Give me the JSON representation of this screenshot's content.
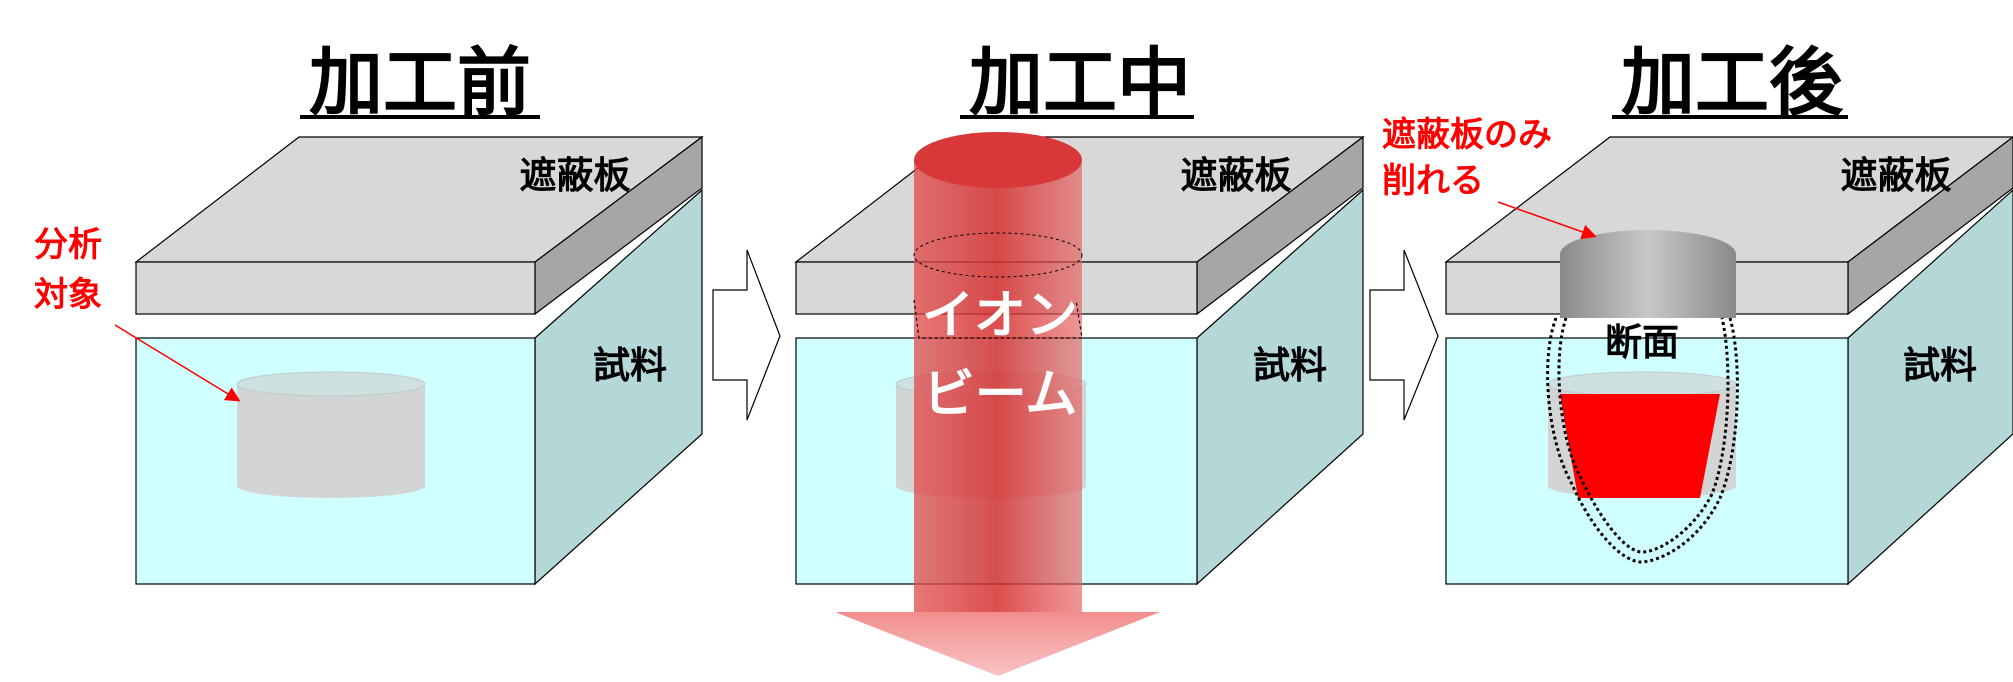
{
  "panels": [
    {
      "title": "加工前",
      "shield_label": "遮蔽板",
      "sample_label": "試料",
      "target_label": [
        "分析",
        "対象"
      ]
    },
    {
      "title": "加工中",
      "shield_label": "遮蔽板",
      "sample_label": "試料",
      "beam_label": [
        "イオン",
        "ビーム"
      ]
    },
    {
      "title": "加工後",
      "shield_label": "遮蔽板",
      "sample_label": "試料",
      "note_label": [
        "遮蔽板のみ",
        "削れる"
      ],
      "section_label": "断面"
    }
  ],
  "colors": {
    "shield_top": "#d8d8d8",
    "shield_side": "#a6a6a6",
    "sample_front": "#d0ffff",
    "sample_side": "#b4d7d8",
    "target": "#d5c8c8",
    "beam": "#e03a3a",
    "accent_red": "#ff0000"
  }
}
